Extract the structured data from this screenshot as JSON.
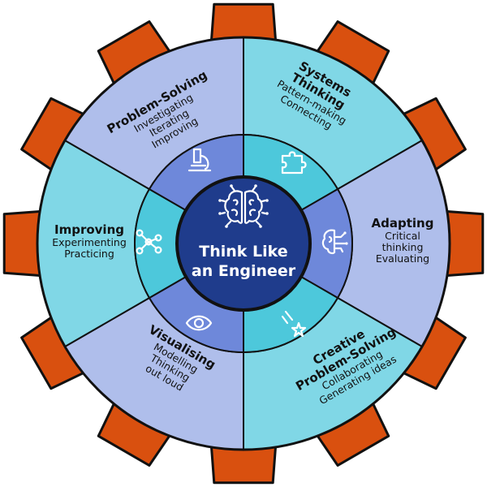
{
  "title": "Think Like an Engineer",
  "title_lines": [
    "Think Like",
    "an Engineer"
  ],
  "center_icon": "brain-icon",
  "colors": {
    "gear_teeth": "#D9500F",
    "outline": "#111111",
    "outer_lavender": "#AFBEEB",
    "outer_cyan": "#80D7E6",
    "inner_blue": "#6E88DA",
    "inner_cyan": "#4DC8DB",
    "center": "#1F3C8C"
  },
  "segments": [
    {
      "id": "systems-thinking",
      "title_lines": [
        "Systems",
        "Thinking"
      ],
      "sub_lines": [
        "Pattern-making",
        "Connecting"
      ],
      "icon": "puzzle-icon",
      "tone": "cyan"
    },
    {
      "id": "adapting",
      "title_lines": [
        "Adapting"
      ],
      "sub_lines": [
        "Critical",
        "thinking",
        "Evaluating"
      ],
      "icon": "brain-branches-icon",
      "tone": "lavender"
    },
    {
      "id": "creative-problem-solving",
      "title_lines": [
        "Creative",
        "Problem-Solving"
      ],
      "sub_lines": [
        "Collaborating",
        "Generating ideas"
      ],
      "icon": "shooting-star-icon",
      "tone": "cyan"
    },
    {
      "id": "visualising",
      "title_lines": [
        "Visualising"
      ],
      "sub_lines": [
        "Modelling",
        "Thinking",
        "out loud"
      ],
      "icon": "eye-icon",
      "tone": "lavender"
    },
    {
      "id": "improving",
      "title_lines": [
        "Improving"
      ],
      "sub_lines": [
        "Experimenting",
        "Practicing"
      ],
      "icon": "network-icon",
      "tone": "cyan"
    },
    {
      "id": "problem-solving",
      "title_lines": [
        "Problem-Solving"
      ],
      "sub_lines": [
        "Investigating",
        "Iterating",
        "Improving"
      ],
      "icon": "microscope-icon",
      "tone": "lavender"
    }
  ]
}
